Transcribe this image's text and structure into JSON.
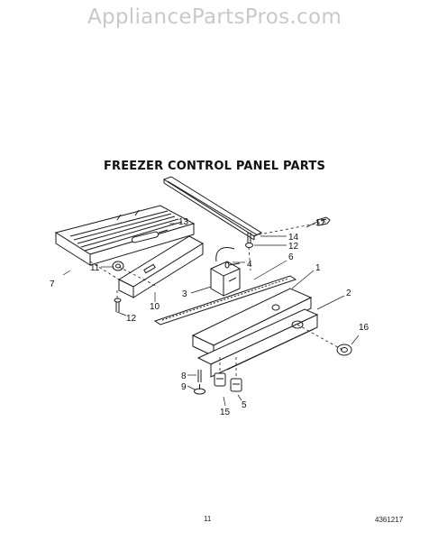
{
  "watermark": "AppliancePartsPros.com",
  "title": "FREEZER CONTROL PANEL PARTS",
  "page_number": "11",
  "doc_number": "4361217",
  "callouts": [
    {
      "id": "1",
      "text": "1"
    },
    {
      "id": "2",
      "text": "2"
    },
    {
      "id": "3",
      "text": "3"
    },
    {
      "id": "4",
      "text": "4"
    },
    {
      "id": "5",
      "text": "5"
    },
    {
      "id": "6",
      "text": "6"
    },
    {
      "id": "7",
      "text": "7"
    },
    {
      "id": "8",
      "text": "8"
    },
    {
      "id": "9",
      "text": "9"
    },
    {
      "id": "10",
      "text": "10"
    },
    {
      "id": "11",
      "text": "11"
    },
    {
      "id": "12a",
      "text": "12"
    },
    {
      "id": "12b",
      "text": "12"
    },
    {
      "id": "13",
      "text": "13"
    },
    {
      "id": "14",
      "text": "14"
    },
    {
      "id": "15",
      "text": "15"
    },
    {
      "id": "16",
      "text": "16"
    },
    {
      "id": "17",
      "text": "17"
    }
  ]
}
